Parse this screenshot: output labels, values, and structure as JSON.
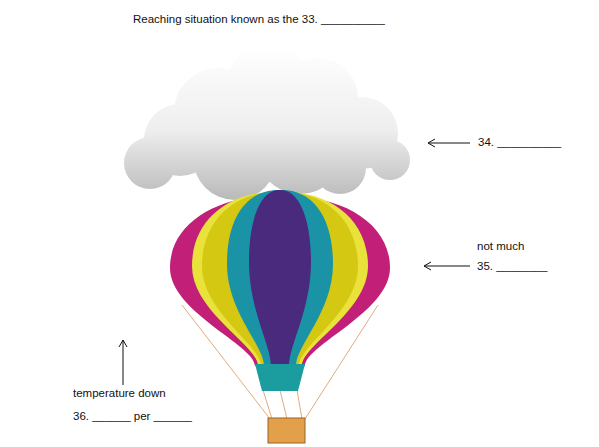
{
  "diagram": {
    "labels": [
      "Reaching situation known as the 33. __________",
      "34. __________",
      "not much",
      "35. ________",
      "temperature down",
      "36. ______ per ______"
    ]
  }
}
